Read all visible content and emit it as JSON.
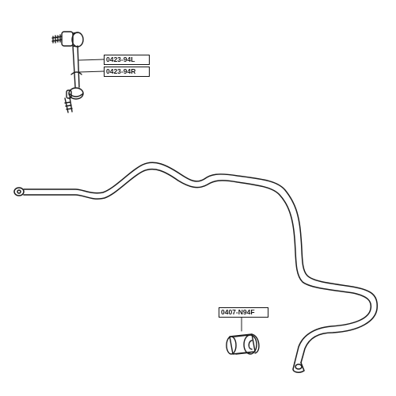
{
  "labels": {
    "link_left": "0423-94L",
    "link_right": "0423-94R",
    "bushing": "0407-N94F"
  },
  "colors": {
    "line": "#1a1a1a",
    "background": "#ffffff"
  },
  "parts": {
    "stabilizer_link": "stabilizer-link-icon",
    "stabilizer_bar": "stabilizer-bar-icon",
    "bushing": "stabilizer-bushing-icon"
  }
}
